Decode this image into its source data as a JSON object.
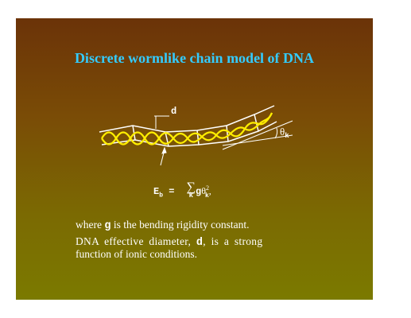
{
  "title": "Discrete wormlike chain model of DNA",
  "diagram": {
    "label_d": "d",
    "label_theta": "θ",
    "label_theta_sub": "k",
    "helix_color": "#ffee00",
    "outline_color": "#ffffff"
  },
  "formula": {
    "lhs": "E",
    "lhs_sub": "b",
    "equals": " = ",
    "sigma": "∑",
    "sum_index": "k",
    "g": "g",
    "theta": "θ",
    "theta_sub": "k",
    "theta_sup": "2",
    "tail": ","
  },
  "text": {
    "line1_pre": "where ",
    "line1_code": "g",
    "line1_post": "  is the bending rigidity constant.",
    "line2_pre": "DNA effective diameter, ",
    "line2_code": "d",
    "line2_post": ", is a strong",
    "line3": "function of ionic conditions."
  }
}
